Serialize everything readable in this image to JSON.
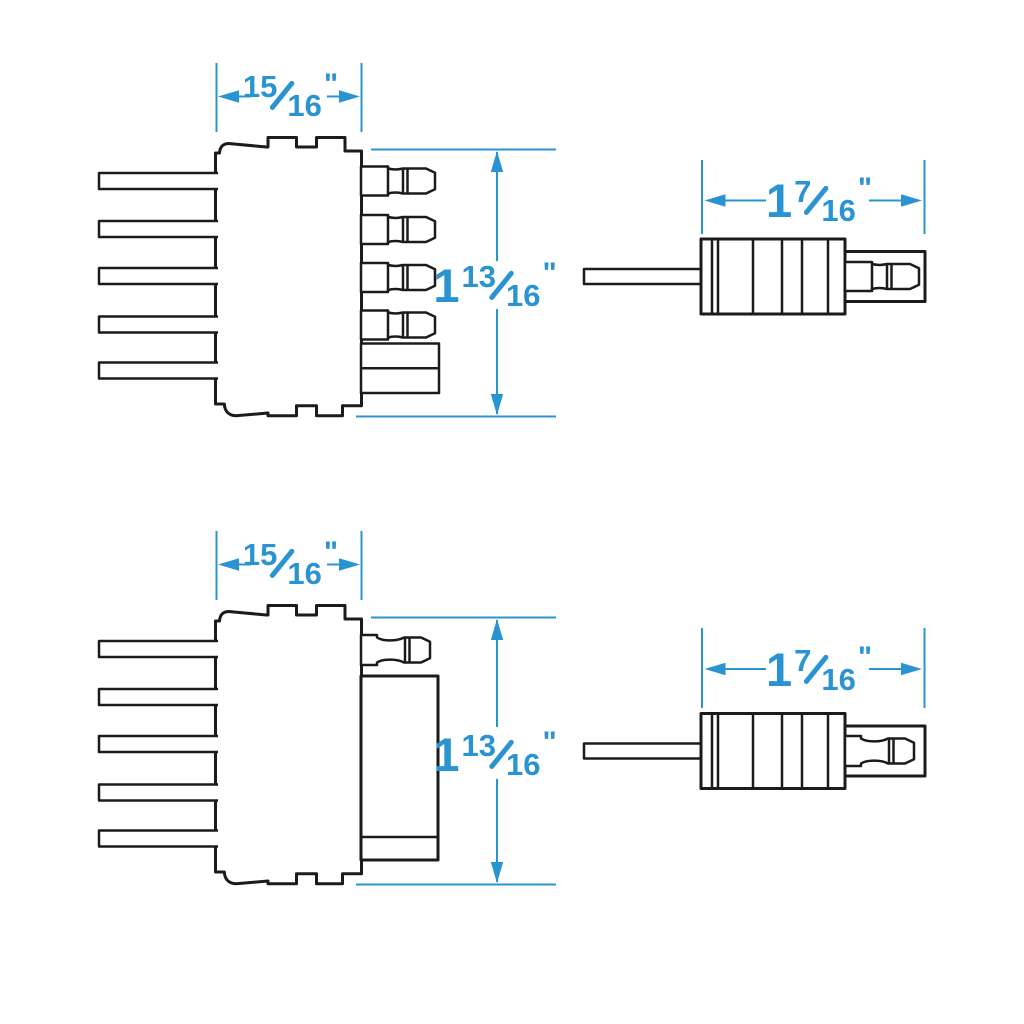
{
  "colors": {
    "background": "#ffffff",
    "drawing_line": "#1b1b1b",
    "dimension_blue": "#2994d1"
  },
  "diagrams": [
    {
      "body_width": {
        "num": "15",
        "den": "16",
        "unit": "\""
      },
      "body_height": {
        "whole": "1",
        "num": "13",
        "den": "16",
        "unit": "\""
      },
      "plug_length": {
        "whole": "1",
        "num": "7",
        "den": "16",
        "unit": "\""
      }
    },
    {
      "body_width": {
        "num": "15",
        "den": "16",
        "unit": "\""
      },
      "body_height": {
        "whole": "1",
        "num": "13",
        "den": "16",
        "unit": "\""
      },
      "plug_length": {
        "whole": "1",
        "num": "7",
        "den": "16",
        "unit": "\""
      }
    }
  ]
}
